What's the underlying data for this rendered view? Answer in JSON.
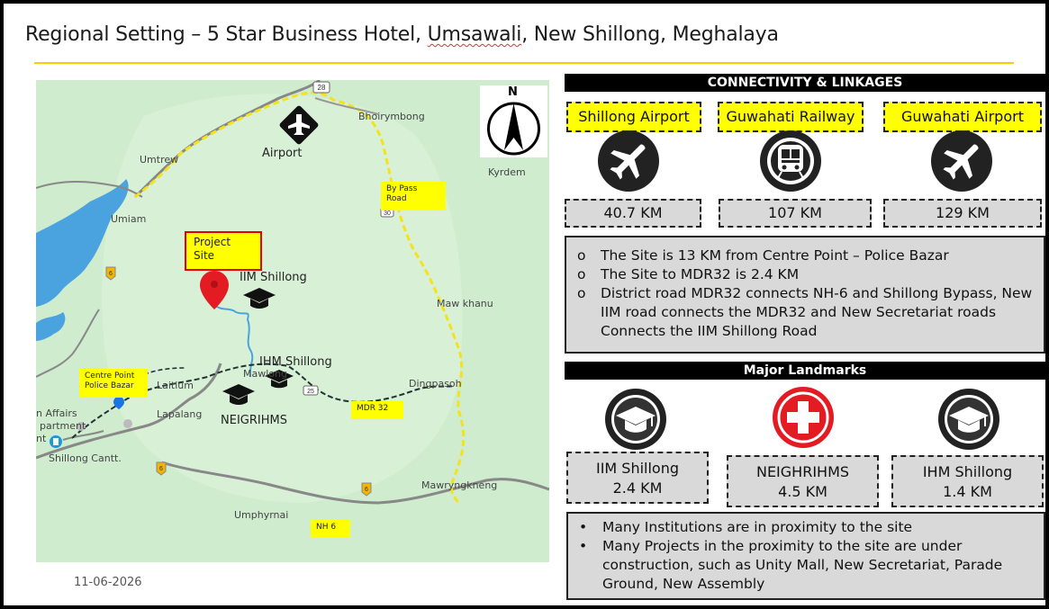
{
  "slide": {
    "title_parts": [
      "Regional Setting – 5 Star Business Hotel, ",
      "Umsawali",
      ", New Shillong, Meghalaya"
    ],
    "date": "11-06-2026"
  },
  "map": {
    "compass_letter": "N",
    "labels": {
      "airport": "Airport",
      "bhoirymbong": "Bhoirymbong",
      "umtrew": "Umtrew",
      "kyrdem": "Kyrdem",
      "umiam": "Umiam",
      "iim": "IIM Shillong",
      "mawkhanu": "Maw khanu",
      "ihm": "IHM Shillong",
      "mawlong": "Mawlong",
      "laitlum": "Laitlum",
      "dingpasoh": "Dingpasoh",
      "lapalang": "Lapalang",
      "neigrihms": "NEIGRIHMS",
      "affairs": "n Affairs",
      "apartment": "partment",
      "ent": "nt",
      "cantt": "Shillong Cantt.",
      "mawryngkneng": "Mawryngkneng",
      "umphyrnai": "Umphyrnai"
    },
    "tags": {
      "bypass_line1": "By Pass",
      "bypass_line2": "Road",
      "project_line1": "Project",
      "project_line2": "Site",
      "centre_line1": "Centre Point",
      "centre_line2": "Police Bazar",
      "mdr32": "MDR 32",
      "nh6": "NH 6"
    },
    "shields": [
      "28",
      "30",
      "6",
      "6",
      "6",
      "25"
    ],
    "colors": {
      "land": "#cfeccf",
      "water": "#4aa3df",
      "highway": "#888888",
      "yellow_road": "#f5e21b",
      "pin": "#e31b23"
    }
  },
  "connectivity": {
    "header": "CONNECTIVITY & LINKAGES",
    "items": [
      {
        "name": "Shillong Airport",
        "icon": "airplane-icon",
        "distance": "40.7 KM"
      },
      {
        "name": "Guwahati Railway",
        "icon": "train-icon",
        "distance": "107 KM"
      },
      {
        "name": "Guwahati Airport",
        "icon": "airplane-icon",
        "distance": "129 KM"
      }
    ],
    "notes": [
      "The Site is 13 KM from Centre Point – Police Bazar",
      "The Site to MDR32 is 2.4 KM",
      "District road MDR32 connects NH-6 and Shillong Bypass, New IIM road connects the MDR32 and New Secretariat roads Connects the IIM Shillong Road"
    ],
    "note_marker": "o"
  },
  "landmarks": {
    "header": "Major Landmarks",
    "items": [
      {
        "name": "IIM Shillong",
        "icon": "graduation-cap-icon",
        "distance": "2.4 KM"
      },
      {
        "name": "NEIGHRIHMS",
        "icon": "medical-cross-icon",
        "distance": "4.5 KM"
      },
      {
        "name": "IHM Shillong",
        "icon": "graduation-cap-icon",
        "distance": "1.4 KM"
      }
    ],
    "notes": [
      "Many Institutions are in proximity to the site",
      "Many Projects in the proximity to the site are under construction, such as Unity Mall, New Secretariat, Parade Ground, New Assembly"
    ],
    "note_marker": "•"
  }
}
